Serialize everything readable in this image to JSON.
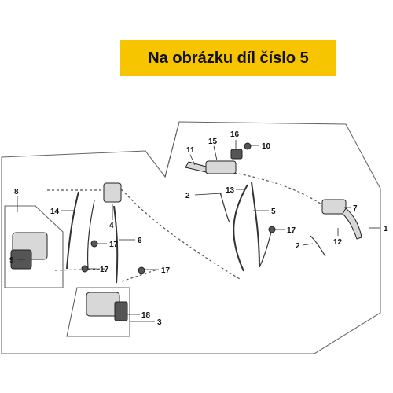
{
  "banner": {
    "text": "Na obrázku díl číslo 5",
    "background": "#f7c400"
  },
  "callouts": {
    "c1": "1",
    "c2a": "2",
    "c2b": "2",
    "c3": "3",
    "c4": "4",
    "c5": "5",
    "c6": "6",
    "c7": "7",
    "c8": "8",
    "c9": "9",
    "c10": "10",
    "c11": "11",
    "c12": "12",
    "c13": "13",
    "c14": "14",
    "c15": "15",
    "c16": "16",
    "c17a": "17",
    "c17b": "17",
    "c17c": "17",
    "c17d": "17",
    "c18": "18"
  }
}
